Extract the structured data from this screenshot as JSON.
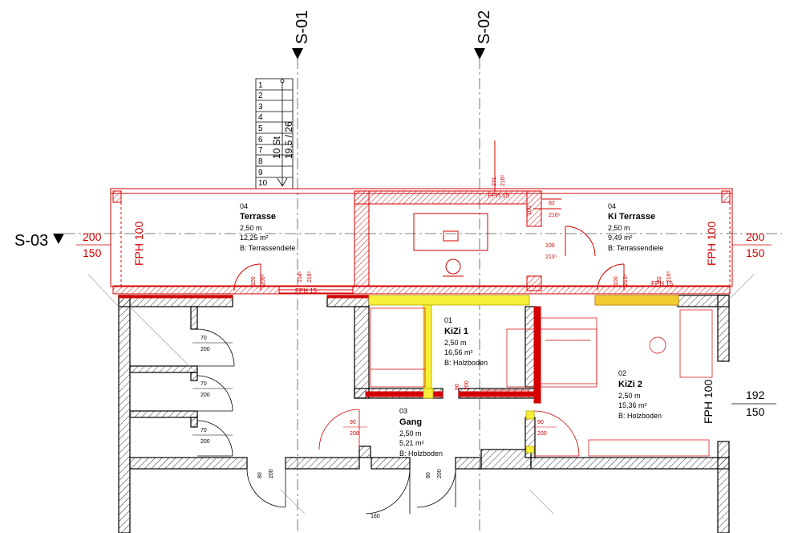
{
  "sections": {
    "s01": "S-01",
    "s02": "S-02",
    "s03": "S-03"
  },
  "stair": {
    "steps": [
      "1",
      "2",
      "3",
      "4",
      "5",
      "6",
      "7",
      "8",
      "9",
      "10"
    ],
    "count_label": "10 St",
    "ratio_label": "19,5 / 26"
  },
  "levels": {
    "left_top": "200",
    "left_bottom": "150",
    "right_top": "200",
    "right_bottom": "150",
    "right2_top": "192",
    "right2_bottom": "150",
    "fph": "FPH 100",
    "fph15": "FPH 15"
  },
  "rooms": {
    "terrasse": {
      "num": "04",
      "name": "Terrasse",
      "height": "2,50 m",
      "area": "12,25 m²",
      "floor": "B: Terrassendiele"
    },
    "ki_terrasse": {
      "num": "04",
      "name": "Ki Terrasse",
      "height": "2,50 m",
      "area": "9,49 m²",
      "floor": "B: Terrassendiele"
    },
    "kizi1": {
      "num": "01",
      "name": "KiZi 1",
      "height": "2,50 m",
      "area": "16,56 m²",
      "floor": "B: Holzboden"
    },
    "kizi2": {
      "num": "02",
      "name": "KiZi 2",
      "height": "2,50 m",
      "area": "15,36 m²",
      "floor": "B: Holzboden"
    },
    "gang": {
      "num": "03",
      "name": "Gang",
      "height": "2,50 m",
      "area": "5,21 m²",
      "floor": "B: Holzboden"
    }
  },
  "dims": {
    "d70": "70",
    "d200": "200",
    "d90": "90",
    "d100": "100",
    "d80": "80",
    "d160": "160",
    "d82": "82",
    "d231": "231",
    "d216": "216⁵",
    "d213": "213⁵",
    "d206": "206⁵",
    "d104": "104⁵"
  },
  "colors": {
    "wall": "#000000",
    "red": "#d40000",
    "highlight": "#f7ef3a"
  }
}
